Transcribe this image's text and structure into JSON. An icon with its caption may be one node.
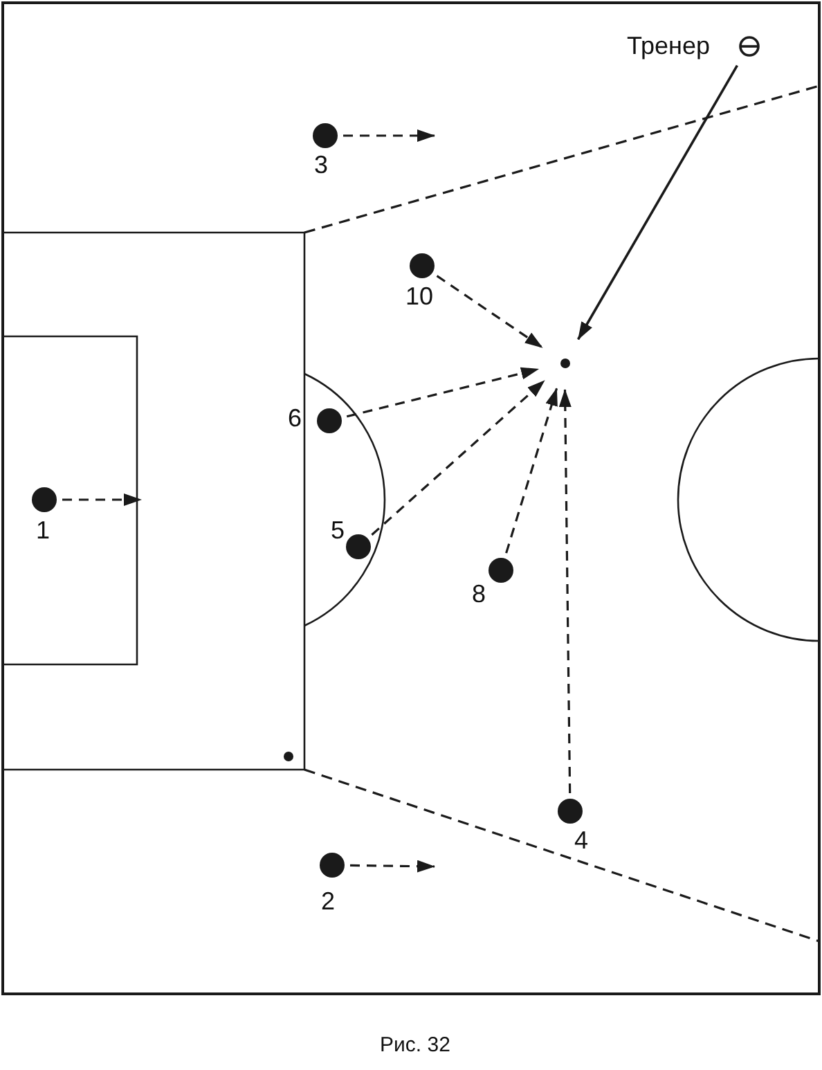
{
  "diagram": {
    "caption": "Рис. 32",
    "nodes": [
      {
        "text": [],
        "shape": "circle",
        "beside": [
          "Тренер"
        ]
      },
      {
        "text": [],
        "shape": "circle",
        "beside": [
          "3"
        ]
      },
      {
        "text": [],
        "shape": "circle",
        "beside": [
          "10"
        ]
      },
      {
        "text": [],
        "shape": "circle"
      },
      {
        "text": [],
        "shape": "circle",
        "beside": [
          "6"
        ]
      },
      {
        "text": [],
        "shape": "circle",
        "beside": [
          "1"
        ]
      },
      {
        "text": [],
        "shape": "circle",
        "beside": [
          "5"
        ]
      },
      {
        "text": [],
        "shape": "circle",
        "beside": [
          "8"
        ]
      },
      {
        "text": [],
        "shape": "circle"
      },
      {
        "text": [],
        "shape": "circle",
        "beside": [
          "4"
        ]
      },
      {
        "text": [],
        "shape": "circle",
        "beside": [
          "2"
        ]
      }
    ],
    "edges": [
      {
        "from": 0,
        "to": 3,
        "arrow": "to"
      },
      {
        "from": 1,
        "to": null,
        "arrow": "to",
        "style": "dashed"
      },
      {
        "from": 2,
        "to": 3,
        "arrow": "to",
        "style": "dashed"
      },
      {
        "from": 4,
        "to": 3,
        "arrow": "to",
        "style": "dashed"
      },
      {
        "from": 5,
        "to": null,
        "arrow": "to",
        "style": "dashed"
      },
      {
        "from": 6,
        "to": 3,
        "arrow": "to",
        "style": "dashed"
      },
      {
        "from": 7,
        "to": 3,
        "arrow": "to",
        "style": "dashed"
      },
      {
        "from": 9,
        "to": 3,
        "arrow": "to",
        "style": "dashed"
      },
      {
        "from": 10,
        "to": null,
        "arrow": "to",
        "style": "dashed"
      }
    ]
  }
}
